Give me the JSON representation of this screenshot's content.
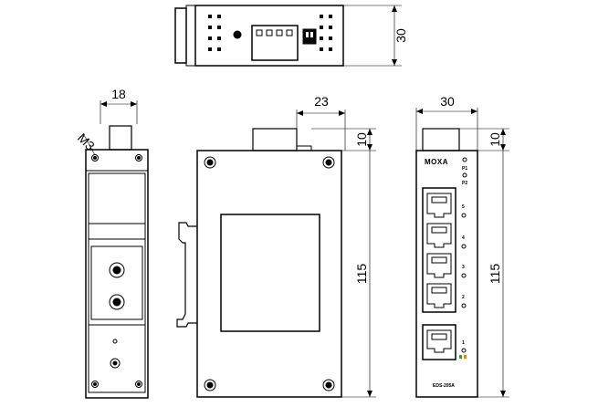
{
  "dimensions": {
    "top_depth": "30",
    "left_width": "18",
    "screw_label": "M3",
    "side_depth": "23",
    "side_top": "10",
    "side_height": "115",
    "front_width": "30",
    "front_top": "10",
    "front_height": "115"
  },
  "front_panel": {
    "brand": "MOXA",
    "pwr1": "P1",
    "pwr2": "P2",
    "ports": [
      "5",
      "4",
      "3",
      "2",
      "1"
    ],
    "model": "EDS-205A"
  },
  "colors": {
    "line": "#000000",
    "background": "#ffffff",
    "led_green": "#22aa22",
    "led_orange": "#e08a00"
  }
}
